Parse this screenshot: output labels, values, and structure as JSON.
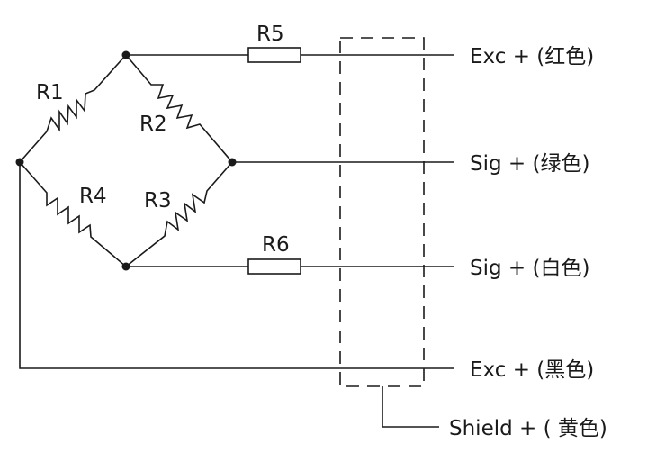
{
  "resistors": {
    "r1": "R1",
    "r2": "R2",
    "r3": "R3",
    "r4": "R4",
    "r5": "R5",
    "r6": "R6"
  },
  "terminals": {
    "exc_pos": "Exc + (红色)",
    "sig_pos_green": "Sig + (绿色)",
    "sig_pos_white": "Sig + (白色)",
    "exc_black": "Exc + (黑色)",
    "shield": "Shield + ( 黄色)"
  }
}
